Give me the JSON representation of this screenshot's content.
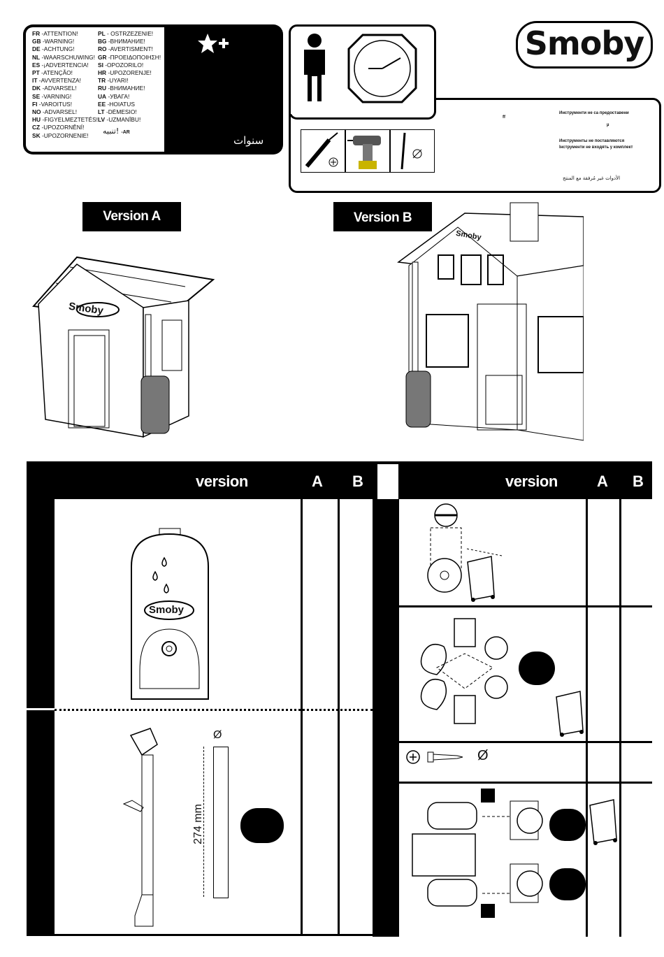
{
  "warnings_col1": [
    {
      "code": "FR",
      "text": "-ATTENTION!"
    },
    {
      "code": "GB",
      "text": "-WARNING!"
    },
    {
      "code": "DE",
      "text": "-ACHTUNG!"
    },
    {
      "code": "NL",
      "text": "-WAARSCHUWING!"
    },
    {
      "code": "ES",
      "text": "-¡ADVERTENCIA!"
    },
    {
      "code": "PT",
      "text": "-ATENÇÃO!"
    },
    {
      "code": "IT",
      "text": "-AVVERTENZA!"
    },
    {
      "code": "DK",
      "text": "-ADVARSEL!"
    },
    {
      "code": "SE",
      "text": "-VARNING!"
    },
    {
      "code": "FI",
      "text": "-VAROITUS!"
    },
    {
      "code": "NO",
      "text": "-ADVARSEL!"
    },
    {
      "code": "HU",
      "text": "-FIGYELMEZTETÉS!"
    },
    {
      "code": "CZ",
      "text": "-UPOZORNĚNÍ!"
    },
    {
      "code": "SK",
      "text": "-UPOZORNENIE!"
    }
  ],
  "warnings_col2": [
    {
      "code": "PL",
      "text": "- OSTRZEZENIE!"
    },
    {
      "code": "BG",
      "text": "-ВНИМАНИЕ!"
    },
    {
      "code": "RO",
      "text": "-AVERTISMENT!"
    },
    {
      "code": "GR",
      "text": "-ΠΡΟΕΙΔΟΠΟΙΗΣΗ!"
    },
    {
      "code": "SI",
      "text": "-OPOZORILO!"
    },
    {
      "code": "HR",
      "text": "-UPOZORENJE!"
    },
    {
      "code": "TR",
      "text": "-UYARI!"
    },
    {
      "code": "RU",
      "text": "-ВНИМАНИЕ!"
    },
    {
      "code": "UA",
      "text": "-УВАГА!"
    },
    {
      "code": "EE",
      "text": "-HOIATUS"
    },
    {
      "code": "LT",
      "text": "-DĖMESIO!"
    },
    {
      "code": "LV",
      "text": "-UZMANĪBU!"
    }
  ],
  "warning_ar": {
    "text": "تنبيه!",
    "code": "-AR"
  },
  "age": {
    "years_ar": "سنوات"
  },
  "tools_notes": {
    "ff": "ff",
    "bg": "Инструменти не са предоставени",
    "mu": "µ",
    "ru": "Инструменты не поставляются",
    "ua": "Інструменти не входять у комплект",
    "ar": "الأدوات غير مُرفقة مع المنتج"
  },
  "brand": {
    "logo": "Smoby"
  },
  "versions": {
    "a": "Version A",
    "b": "Version B"
  },
  "table_left": {
    "header": "version",
    "col_a": "A",
    "col_b": "B",
    "dimension": "274 mm",
    "diameter": "Ø"
  },
  "table_right": {
    "header": "version",
    "col_a": "A",
    "col_b": "B",
    "diameter": "Ø"
  },
  "icons": [
    "person-icon",
    "clock-icon",
    "screwdriver-icon",
    "drill-icon",
    "drill-bit-icon",
    "star-plus-icon",
    "trash-bin-icon",
    "screw-icon"
  ]
}
